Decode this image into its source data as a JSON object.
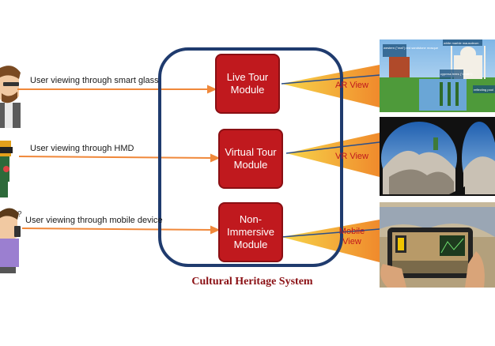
{
  "users": [
    {
      "label": "User viewing through smart glass"
    },
    {
      "label": "User viewing through HMD"
    },
    {
      "label": "User viewing through mobile device"
    }
  ],
  "modules": [
    {
      "label": "Live Tour Module"
    },
    {
      "label": "Virtual Tour Module"
    },
    {
      "label": "Non-Immersive Module"
    }
  ],
  "views": [
    {
      "label": "AR View"
    },
    {
      "label": "VR View"
    },
    {
      "label": "Mobile View"
    }
  ],
  "ar_annotations": [
    "western (\"real\") red sandstone mosque",
    "white marble mausoleum",
    "cypress trees (\"death\")",
    "reflecting pool"
  ],
  "system_title": "Cultural Heritage System",
  "colors": {
    "arrow": "#f0883a",
    "module": "#c0191e",
    "system_border": "#1f3b6e",
    "title": "#8a0f13"
  }
}
